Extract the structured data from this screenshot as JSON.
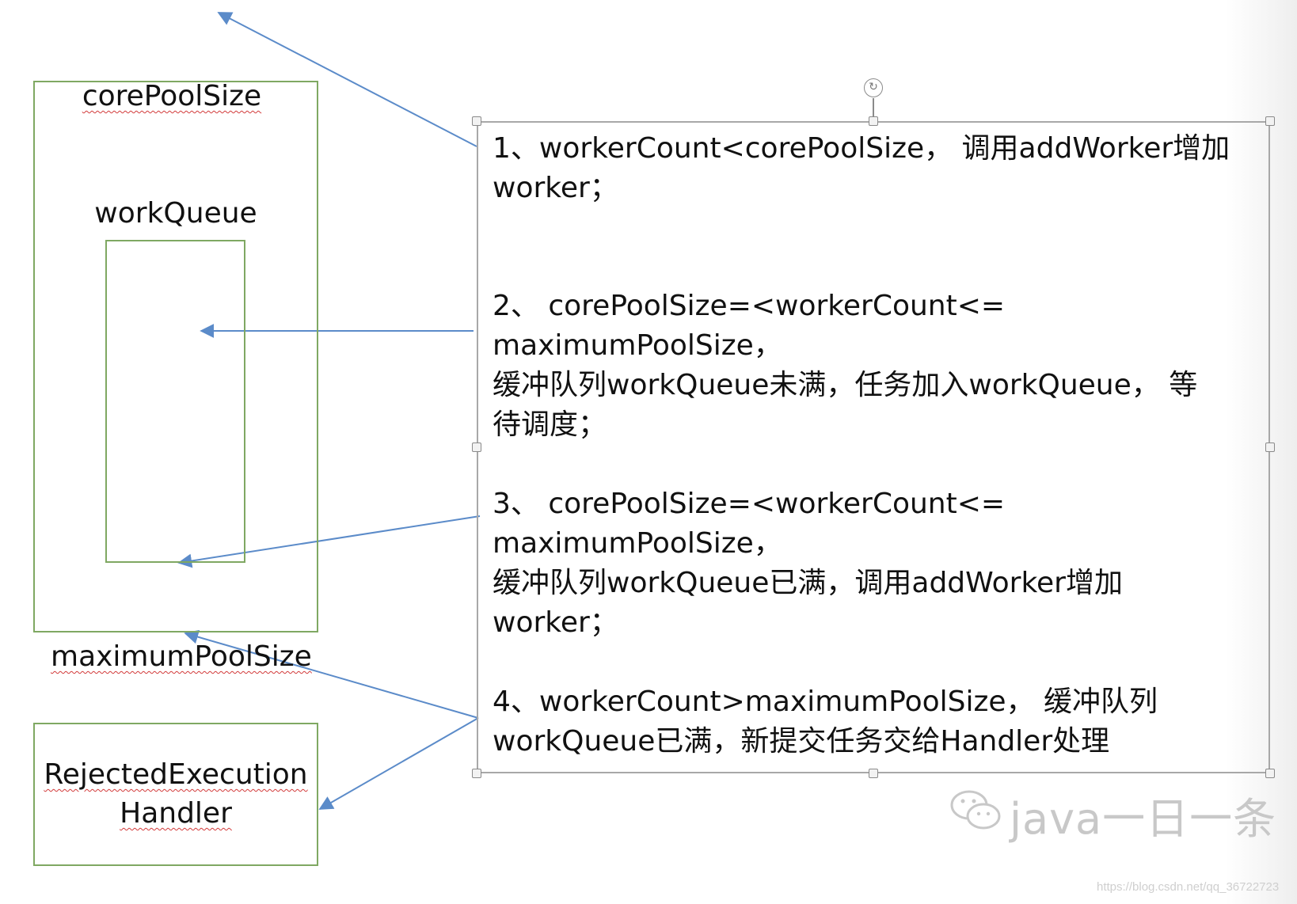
{
  "left": {
    "core_label": "corePoolSize",
    "queue_label": "workQueue",
    "max_label": "maximumPoolSize",
    "handler_line1": "RejectedExecution",
    "handler_line2": "Handler"
  },
  "steps": [
    {
      "line1": "1、workerCount<corePoolSize，  调用addWorker增加",
      "line2": "worker；"
    },
    {
      "line1": "2、  corePoolSize=<workerCount<= maximumPoolSize，",
      "line2": "缓冲队列workQueue未满，任务加入workQueue，  等",
      "line3": "待调度；"
    },
    {
      "line1": "3、  corePoolSize=<workerCount<= maximumPoolSize，",
      "line2": "缓冲队列workQueue已满，调用addWorker增加",
      "line3": "worker；"
    },
    {
      "line1": "4、workerCount>maximumPoolSize，  缓冲队列",
      "line2": "workQueue已满，新提交任务交给Handler处理"
    }
  ],
  "watermark": "java一日一条",
  "credit": "https://blog.csdn.net/qq_36722723",
  "colors": {
    "box_border": "#7fa862",
    "arrow": "#5b8bc9",
    "squiggle": "#d23a3a"
  }
}
